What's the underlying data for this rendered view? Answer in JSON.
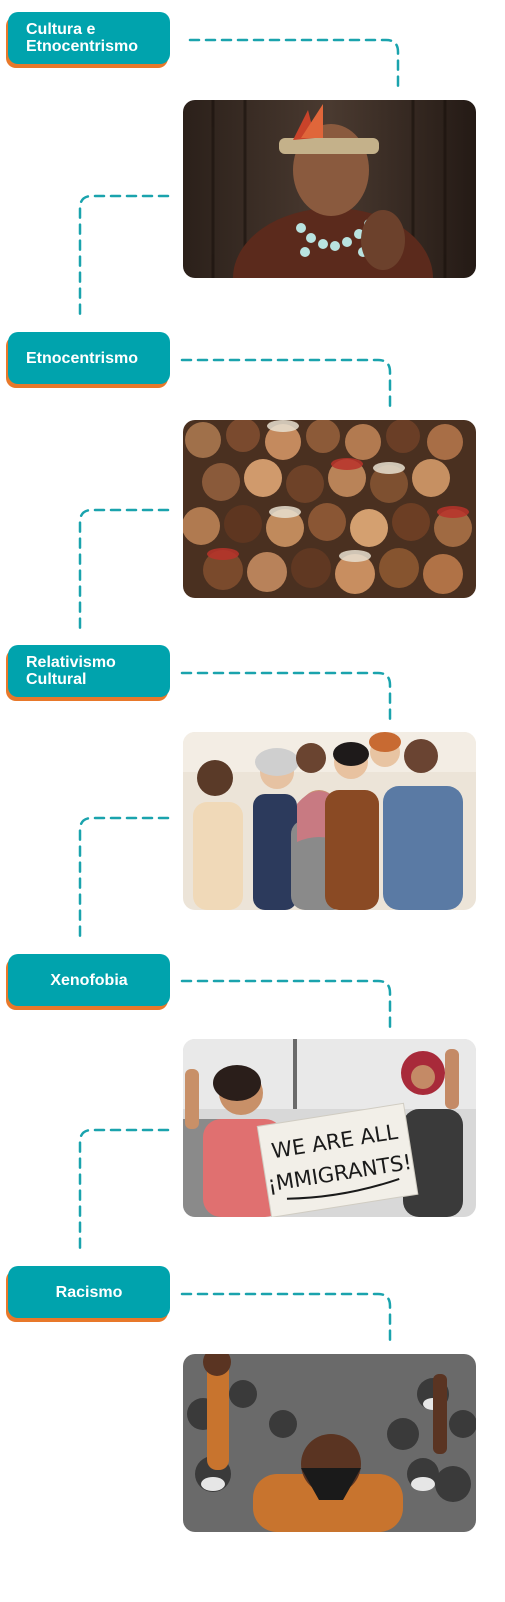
{
  "topics": [
    {
      "id": "cultura",
      "label_lines": [
        "Cultura e",
        "Etnocentrismo"
      ],
      "image_subject": "indigenous-elder-photo"
    },
    {
      "id": "etnocentrismo",
      "label_lines": [
        "Etnocentrismo"
      ],
      "image_subject": "diverse-faces-illustration"
    },
    {
      "id": "relativismo",
      "label_lines": [
        "Relativismo",
        "Cultural"
      ],
      "image_subject": "diverse-women-group-photo"
    },
    {
      "id": "xenofobia",
      "label_lines": [
        "Xenofobia"
      ],
      "image_subject": "immigration-protest-photo"
    },
    {
      "id": "racismo",
      "label_lines": [
        "Racismo"
      ],
      "image_subject": "raised-fist-protest-photo"
    }
  ],
  "protest_sign": {
    "line1": "WE ARE ALL",
    "line2": "¡MMIGRANTS!"
  },
  "colors": {
    "pill": "#00a3ad",
    "pill_shadow": "#e8782a",
    "connector": "#1aa3ad"
  }
}
